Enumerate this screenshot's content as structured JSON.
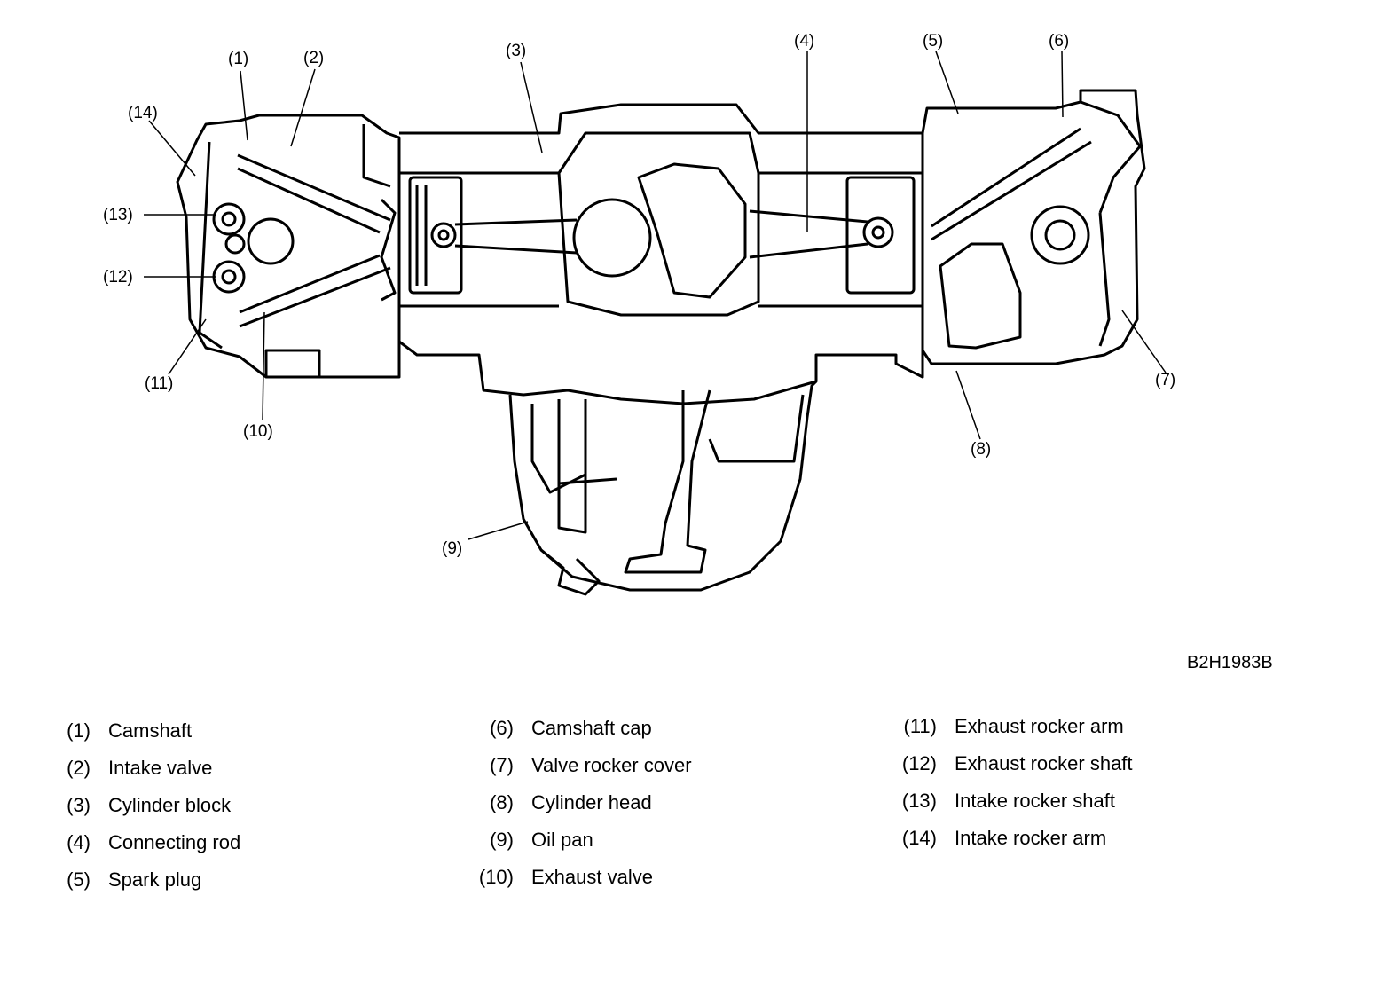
{
  "figure_code": "B2H1983B",
  "callouts": [
    "(1)",
    "(2)",
    "(3)",
    "(4)",
    "(5)",
    "(6)",
    "(7)",
    "(8)",
    "(9)",
    "(10)",
    "(11)",
    "(12)",
    "(13)",
    "(14)"
  ],
  "legend": [
    {
      "num": "(1)",
      "label": "Camshaft"
    },
    {
      "num": "(2)",
      "label": "Intake valve"
    },
    {
      "num": "(3)",
      "label": "Cylinder block"
    },
    {
      "num": "(4)",
      "label": "Connecting rod"
    },
    {
      "num": "(5)",
      "label": "Spark plug"
    },
    {
      "num": "(6)",
      "label": "Camshaft cap"
    },
    {
      "num": "(7)",
      "label": "Valve rocker cover"
    },
    {
      "num": "(8)",
      "label": "Cylinder head"
    },
    {
      "num": "(9)",
      "label": "Oil pan"
    },
    {
      "num": "(10)",
      "label": "Exhaust valve"
    },
    {
      "num": "(11)",
      "label": "Exhaust rocker arm"
    },
    {
      "num": "(12)",
      "label": "Exhaust rocker shaft"
    },
    {
      "num": "(13)",
      "label": "Intake rocker shaft"
    },
    {
      "num": "(14)",
      "label": "Intake rocker arm"
    }
  ]
}
